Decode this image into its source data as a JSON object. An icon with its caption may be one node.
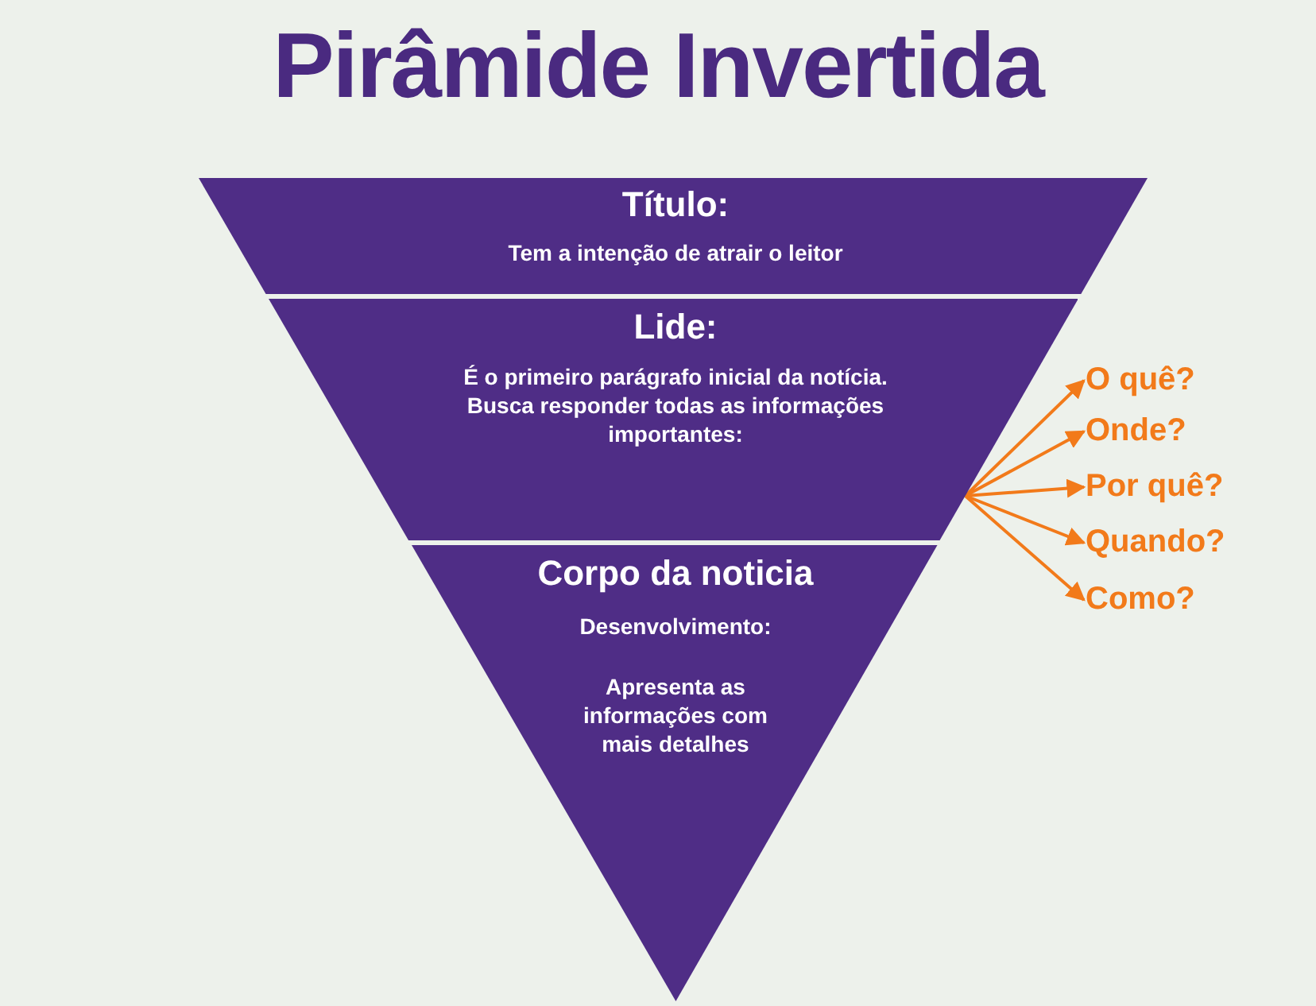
{
  "diagram": {
    "title": "Pirâmide Invertida",
    "nodes": [
      {
        "text": [
          "Título:",
          "Tem a intenção de atrair o leitor"
        ]
      },
      {
        "text": [
          "Lide:",
          "É o primeiro parágrafo inicial da notícia. Busca responder todas as informações importantes:"
        ]
      },
      {
        "text": [
          "Corpo da noticia",
          "Desenvolvimento:",
          "Apresenta as informações com mais detalhes"
        ]
      },
      {
        "text": [
          "O quê?"
        ]
      },
      {
        "text": [
          "Onde?"
        ]
      },
      {
        "text": [
          "Por quê?"
        ]
      },
      {
        "text": [
          "Quando?"
        ]
      },
      {
        "text": [
          "Como?"
        ]
      }
    ],
    "edges": [
      {
        "from": 1,
        "to": 3,
        "arrow": "to"
      },
      {
        "from": 1,
        "to": 4,
        "arrow": "to"
      },
      {
        "from": 1,
        "to": 5,
        "arrow": "to"
      },
      {
        "from": 1,
        "to": 6,
        "arrow": "to"
      },
      {
        "from": 1,
        "to": 7,
        "arrow": "to"
      }
    ]
  }
}
